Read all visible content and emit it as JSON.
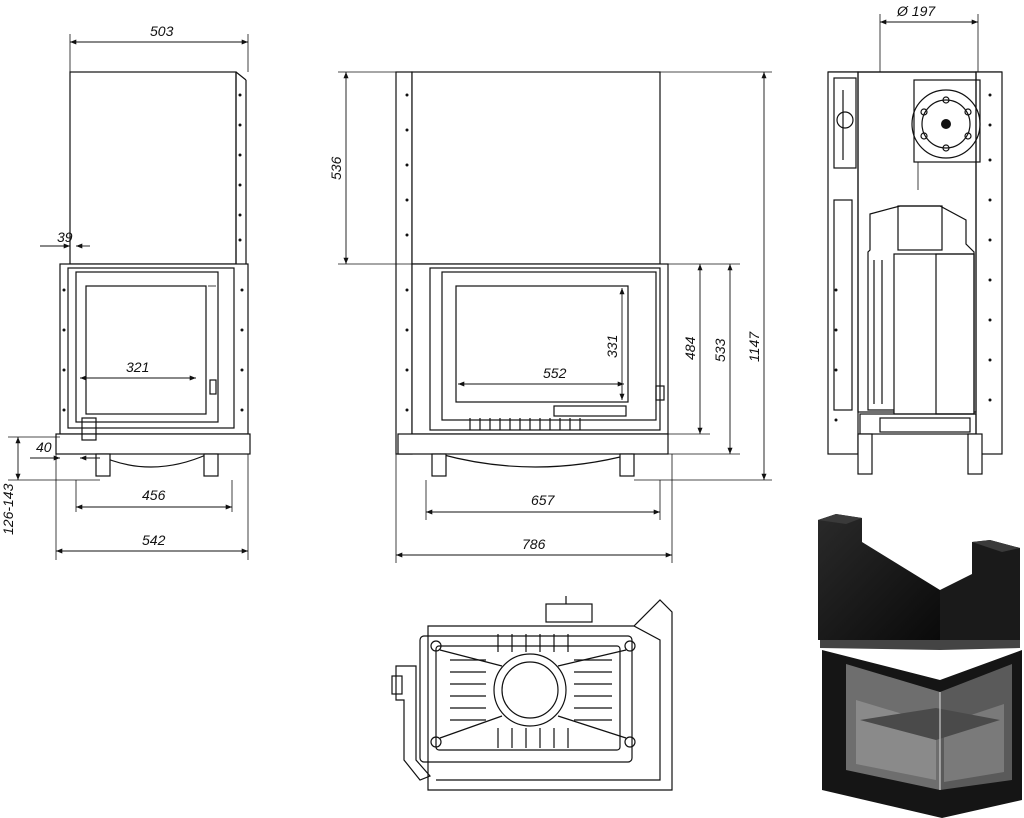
{
  "dimensions": {
    "front_top_width": "503",
    "front_glass_offset": "39",
    "front_glass_width": "321",
    "front_leg_offset": "40",
    "front_feet_width": "456",
    "front_total_width": "542",
    "front_leg_height": "126-143",
    "side_upper_height": "536",
    "side_glass_width": "552",
    "side_glass_height": "331",
    "side_feet_width": "657",
    "side_total_width": "786",
    "side_height_484": "484",
    "side_height_533": "533",
    "total_height": "1147",
    "flue_diameter": "Ø 197"
  }
}
